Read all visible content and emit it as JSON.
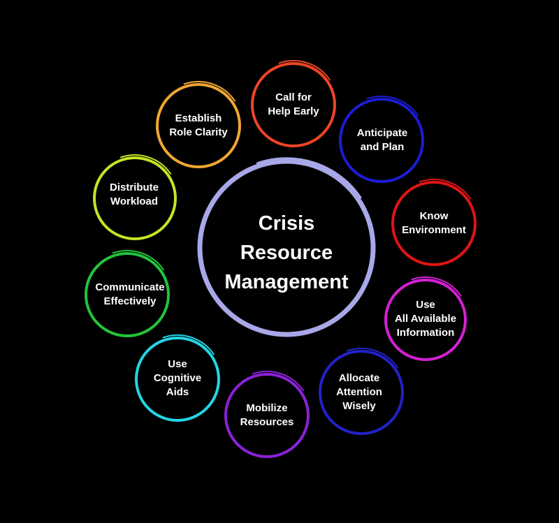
{
  "center": {
    "lines": [
      "Crisis",
      "Resource",
      "Management"
    ],
    "color": "#a8a8e8"
  },
  "items": [
    {
      "lines": [
        "Call for",
        "Help Early"
      ],
      "color": "#ee4426"
    },
    {
      "lines": [
        "Anticipate",
        "and Plan"
      ],
      "color": "#1c1cd4"
    },
    {
      "lines": [
        "Know",
        "Environment"
      ],
      "color": "#e01414"
    },
    {
      "lines": [
        "Use",
        "All Available",
        "Information"
      ],
      "color": "#d420d4"
    },
    {
      "lines": [
        "Allocate",
        "Attention",
        "Wisely"
      ],
      "color": "#2222c8"
    },
    {
      "lines": [
        "Mobilize",
        "Resources"
      ],
      "color": "#8a22d8"
    },
    {
      "lines": [
        "Use",
        "Cognitive",
        "Aids"
      ],
      "color": "#22d4e4"
    },
    {
      "lines": [
        "Communicate",
        "Effectively"
      ],
      "color": "#22c43c"
    },
    {
      "lines": [
        "Distribute",
        "Workload"
      ],
      "color": "#c4e424"
    },
    {
      "lines": [
        "Establish",
        "Role Clarity"
      ],
      "color": "#f0a632"
    }
  ]
}
